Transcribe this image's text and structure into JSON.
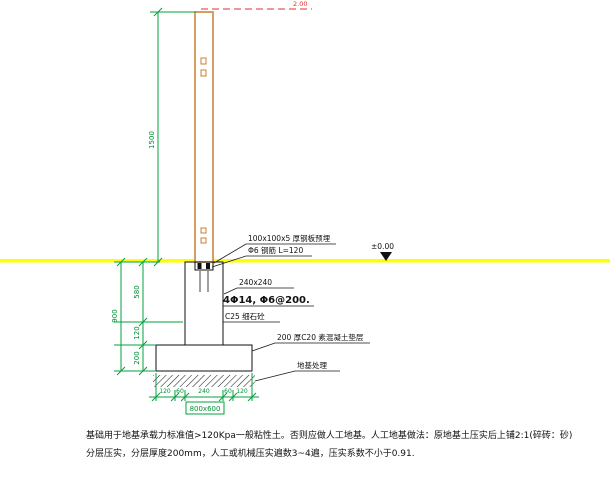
{
  "colors": {
    "dimension_green": "#00a33c",
    "pole_orange": "#c87f2f",
    "ground_yellow": "#ffff00",
    "cut_red": "#e03030",
    "ink": "#111111"
  },
  "drawing": {
    "cut_elevation_label": "2.00",
    "pole_height_dim": "1500",
    "ground_elevation_label": "±0.00",
    "plate_note": "100x100x5 厚钢板预埋",
    "anchor_note": "Φ6 钢筋 L=120",
    "column_section_note": "240x240",
    "column_rebar_note": "4Φ14, Φ6@200.",
    "column_concrete_note": "C25 细石砼",
    "cushion_note": "200 厚C20 素混凝土垫层",
    "ground_treatment_note": "地基处理",
    "depth_dims": {
      "upper": "580",
      "total": "900",
      "mid": "120",
      "cushion": "200"
    },
    "bottom_dims": [
      "120",
      "60",
      "240",
      "60",
      "120"
    ],
    "footing_size_label": "800x600"
  },
  "notes": {
    "line1": "基础用于地基承载力标准值>120Kpa一般粘性土。否则应做人工地基。人工地基做法：原地基土压实后上铺2:1(碎砖：砂)",
    "line2": "分层压实，分层厚度200mm，人工或机械压实遍数3~4遍，压实系数不小于0.91."
  }
}
